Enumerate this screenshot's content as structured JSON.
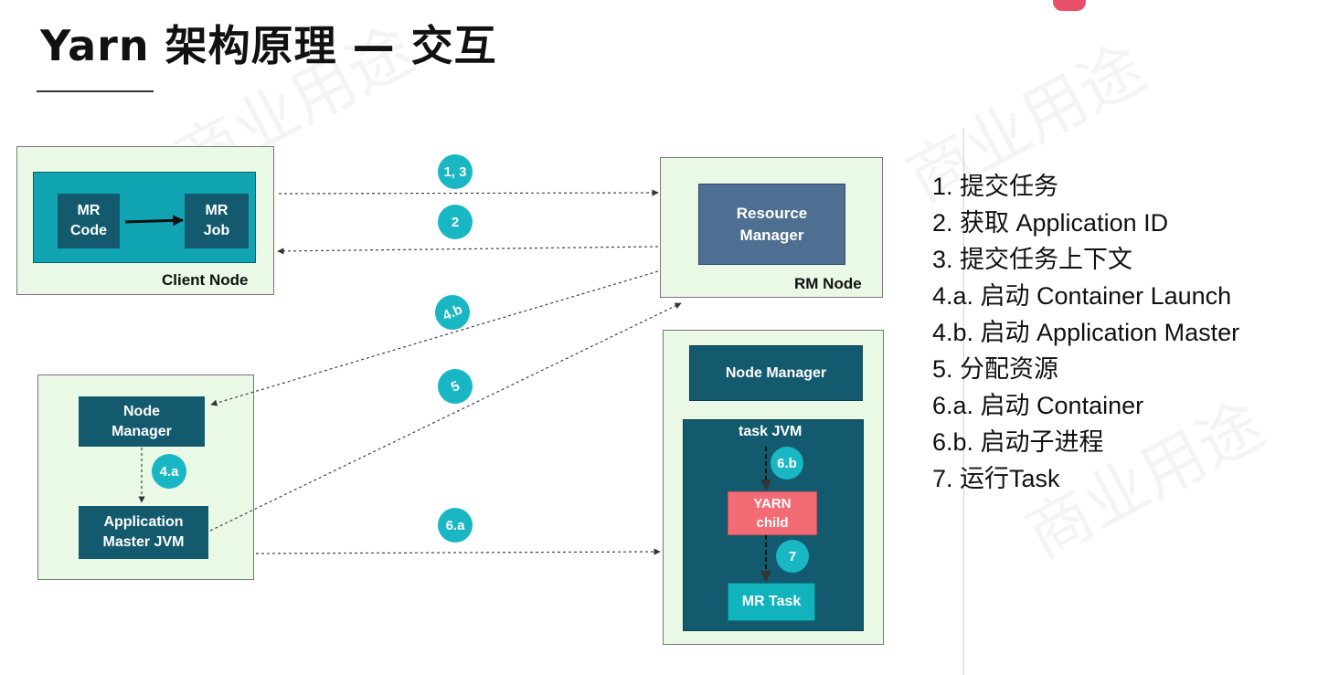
{
  "title": "Yarn 架构原理 — 交互",
  "watermark": "商业用途",
  "client_node": {
    "label": "Client Node",
    "mr_code": "MR\nCode",
    "mr_job": "MR\nJob"
  },
  "rm_node": {
    "label": "RM Node",
    "resource_manager": "Resource\nManager"
  },
  "left_node": {
    "node_manager": "Node\nManager",
    "app_master": "Application\nMaster JVM"
  },
  "right_node": {
    "node_manager": "Node Manager",
    "task_jvm": "task JVM",
    "yarn_child": "YARN\nchild",
    "mr_task": "MR Task"
  },
  "badges": {
    "b13": "1, 3",
    "b2": "2",
    "b4b": "4.b",
    "b5": "5",
    "b4a": "4.a",
    "b6a": "6.a",
    "b6b": "6.b",
    "b7": "7"
  },
  "steps": [
    "1. 提交任务",
    "2. 获取 Application ID",
    "3. 提交任务上下文",
    "4.a. 启动 Container Launch",
    "4.b. 启动 Application Master",
    "5. 分配资源",
    "6.a. 启动 Container",
    "6.b. 启动子进程",
    "7. 运行Task"
  ],
  "colors": {
    "node_bg": "#e9f9e6",
    "teal": "#11a5b4",
    "dark_teal": "#145a6e",
    "slate": "#4e6f91",
    "pink": "#f36c75",
    "badge": "#19b7c4"
  }
}
